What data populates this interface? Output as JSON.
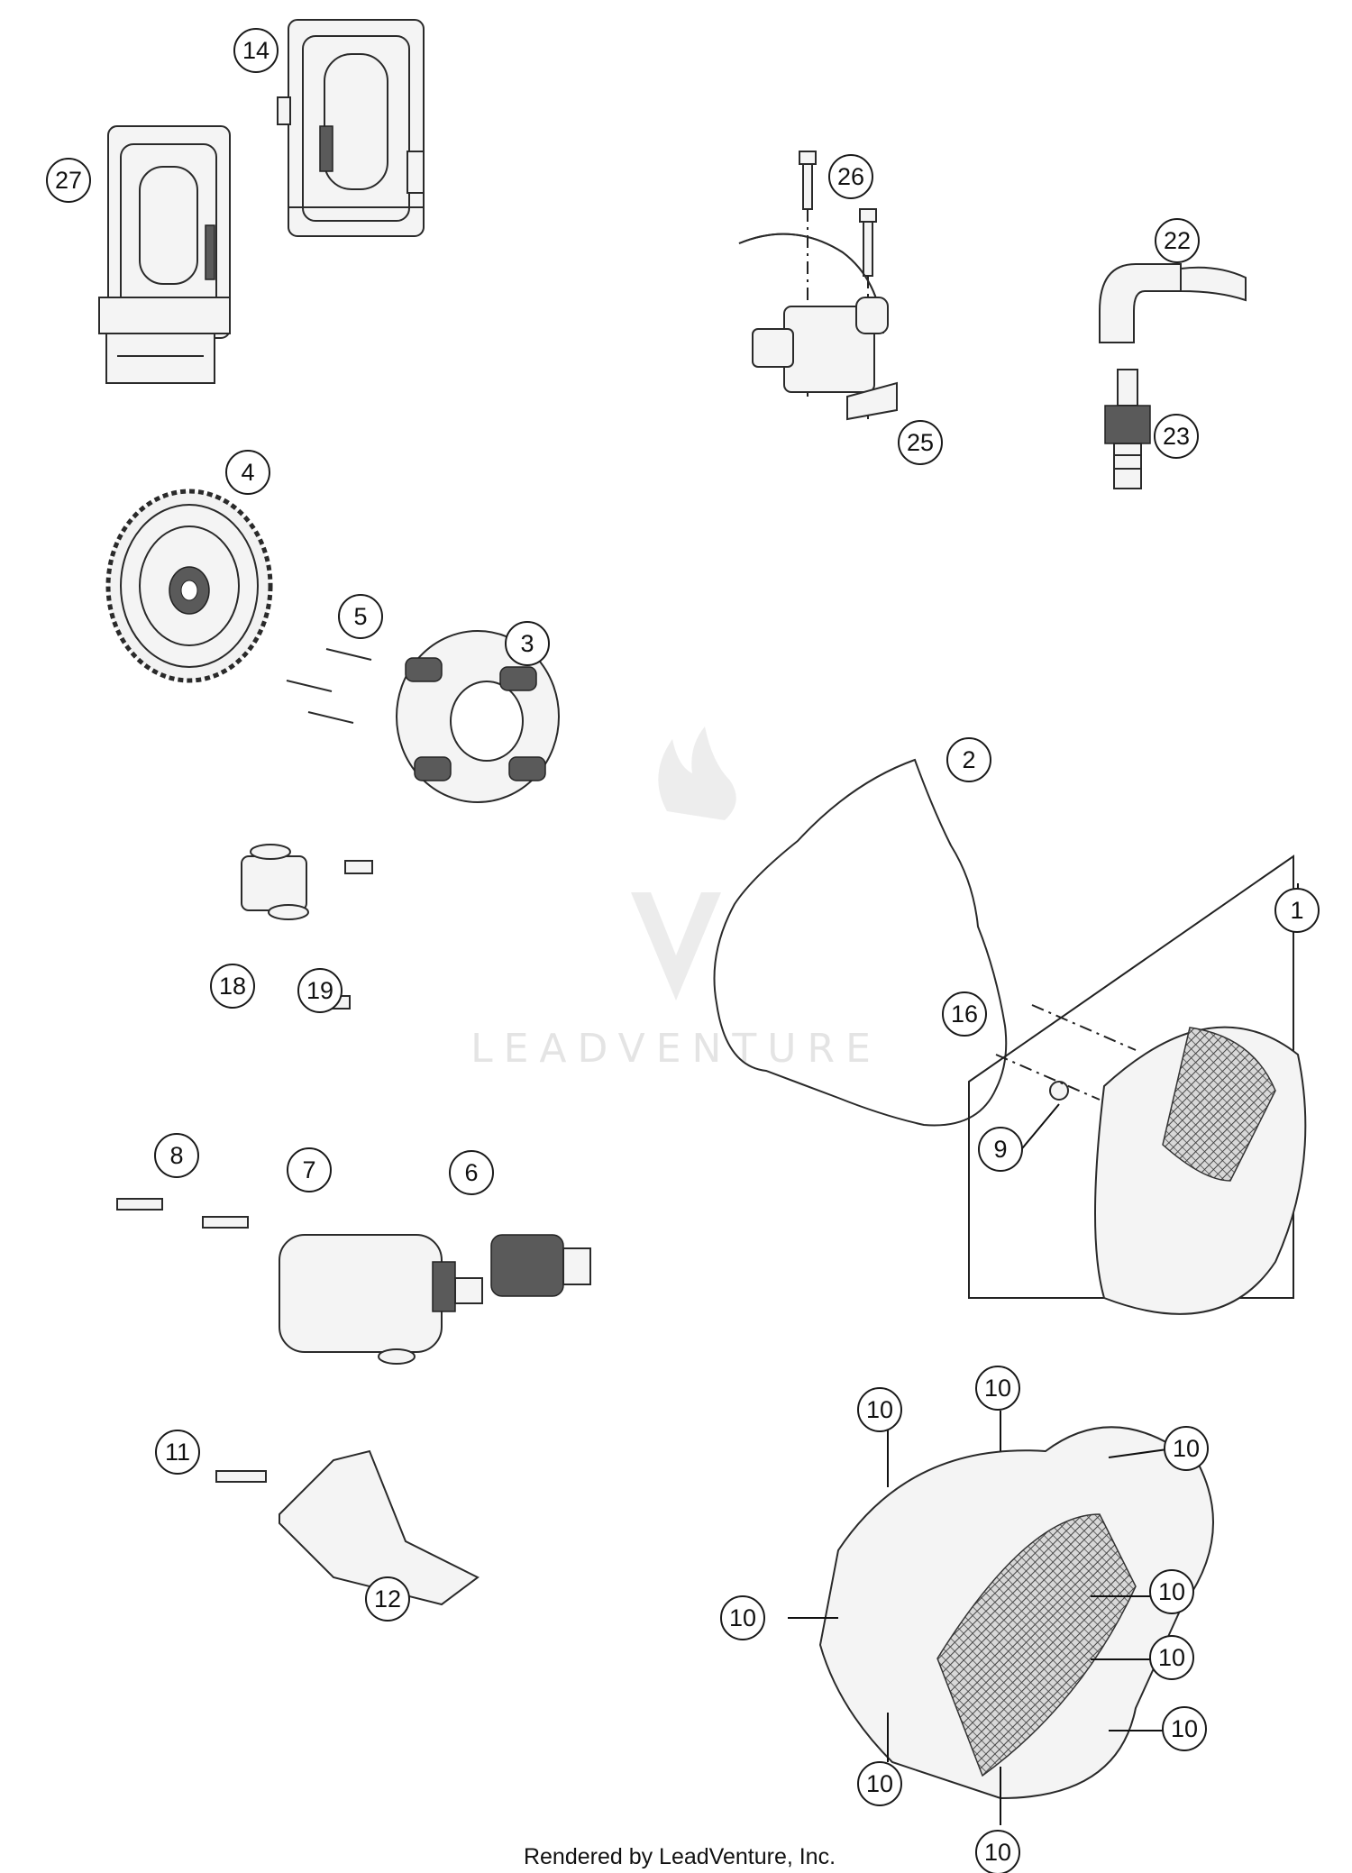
{
  "diagram": {
    "callouts": [
      {
        "label": "14"
      },
      {
        "label": "27"
      },
      {
        "label": "26"
      },
      {
        "label": "22"
      },
      {
        "label": "25"
      },
      {
        "label": "23"
      },
      {
        "label": "4"
      },
      {
        "label": "5"
      },
      {
        "label": "3"
      },
      {
        "label": "2"
      },
      {
        "label": "18"
      },
      {
        "label": "19"
      },
      {
        "label": "1"
      },
      {
        "label": "16"
      },
      {
        "label": "9"
      },
      {
        "label": "8"
      },
      {
        "label": "7"
      },
      {
        "label": "6"
      },
      {
        "label": "10"
      },
      {
        "label": "11"
      },
      {
        "label": "12"
      }
    ],
    "watermark": "LEADVENTURE",
    "footer": "Rendered by LeadVenture, Inc."
  }
}
